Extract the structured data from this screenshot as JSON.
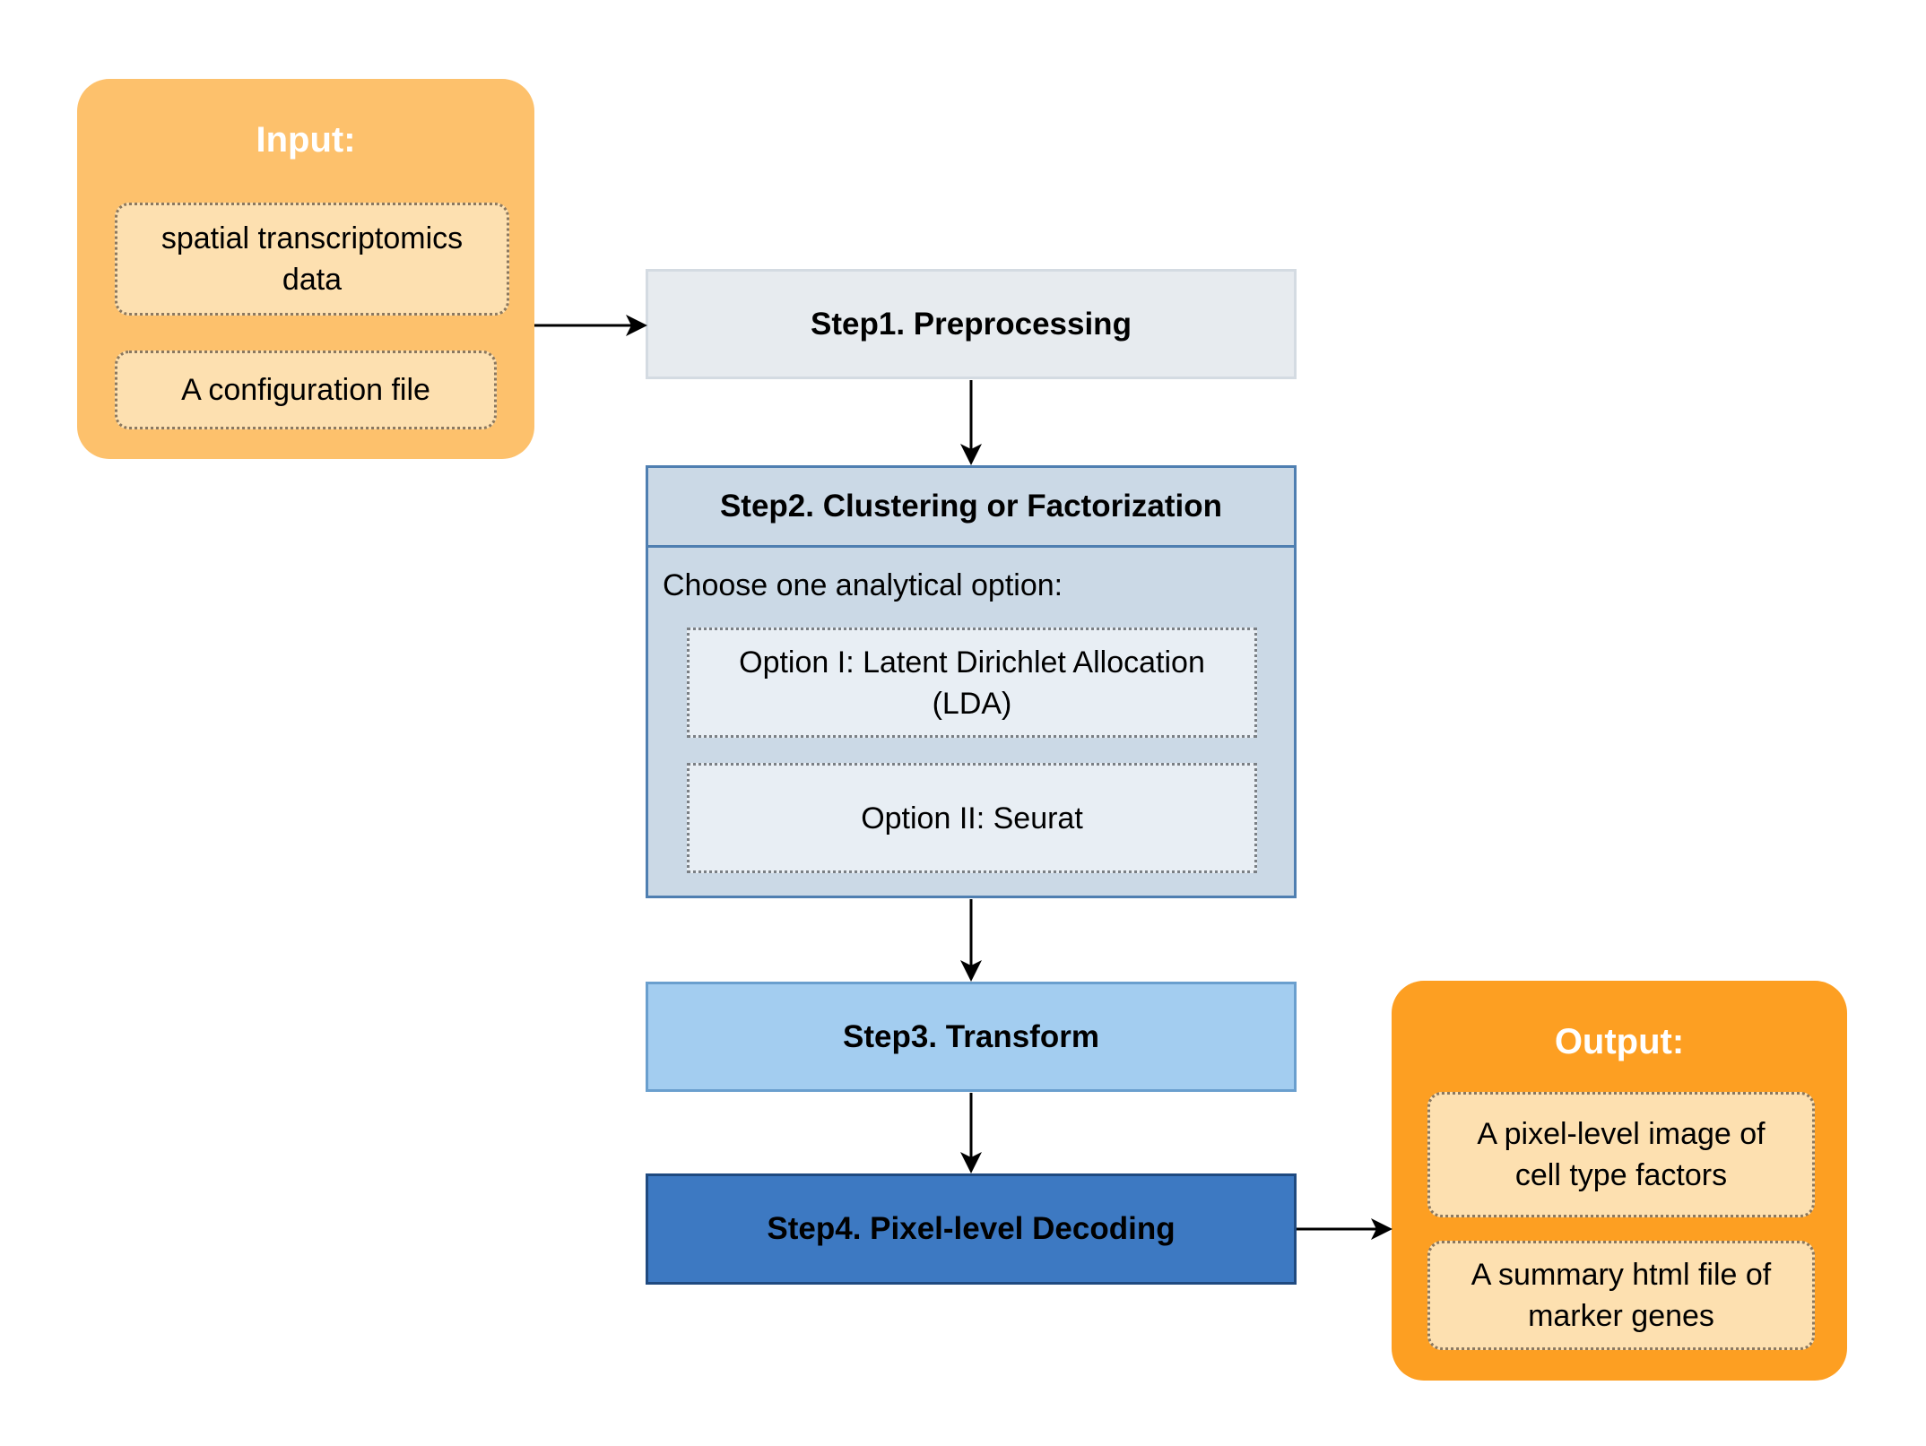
{
  "input": {
    "title": "Input:",
    "items": [
      "spatial transcriptomics data",
      "A configuration file"
    ]
  },
  "steps": {
    "step1": "Step1. Preprocessing",
    "step2": {
      "title": "Step2. Clustering or Factorization",
      "instruction": "Choose one analytical option:",
      "options": [
        "Option I: Latent Dirichlet Allocation (LDA)",
        "Option II: Seurat"
      ]
    },
    "step3": "Step3. Transform",
    "step4": "Step4. Pixel-level Decoding"
  },
  "output": {
    "title": "Output:",
    "items": [
      "A pixel-level image of cell type factors",
      "A summary html file of marker genes"
    ]
  },
  "colors": {
    "input_panel": "#fdc16c",
    "output_panel": "#fd9f22",
    "step1": "#e7ebef",
    "step2": "#cbd9e6",
    "step3": "#a3cdf0",
    "step4": "#3d79c2"
  }
}
